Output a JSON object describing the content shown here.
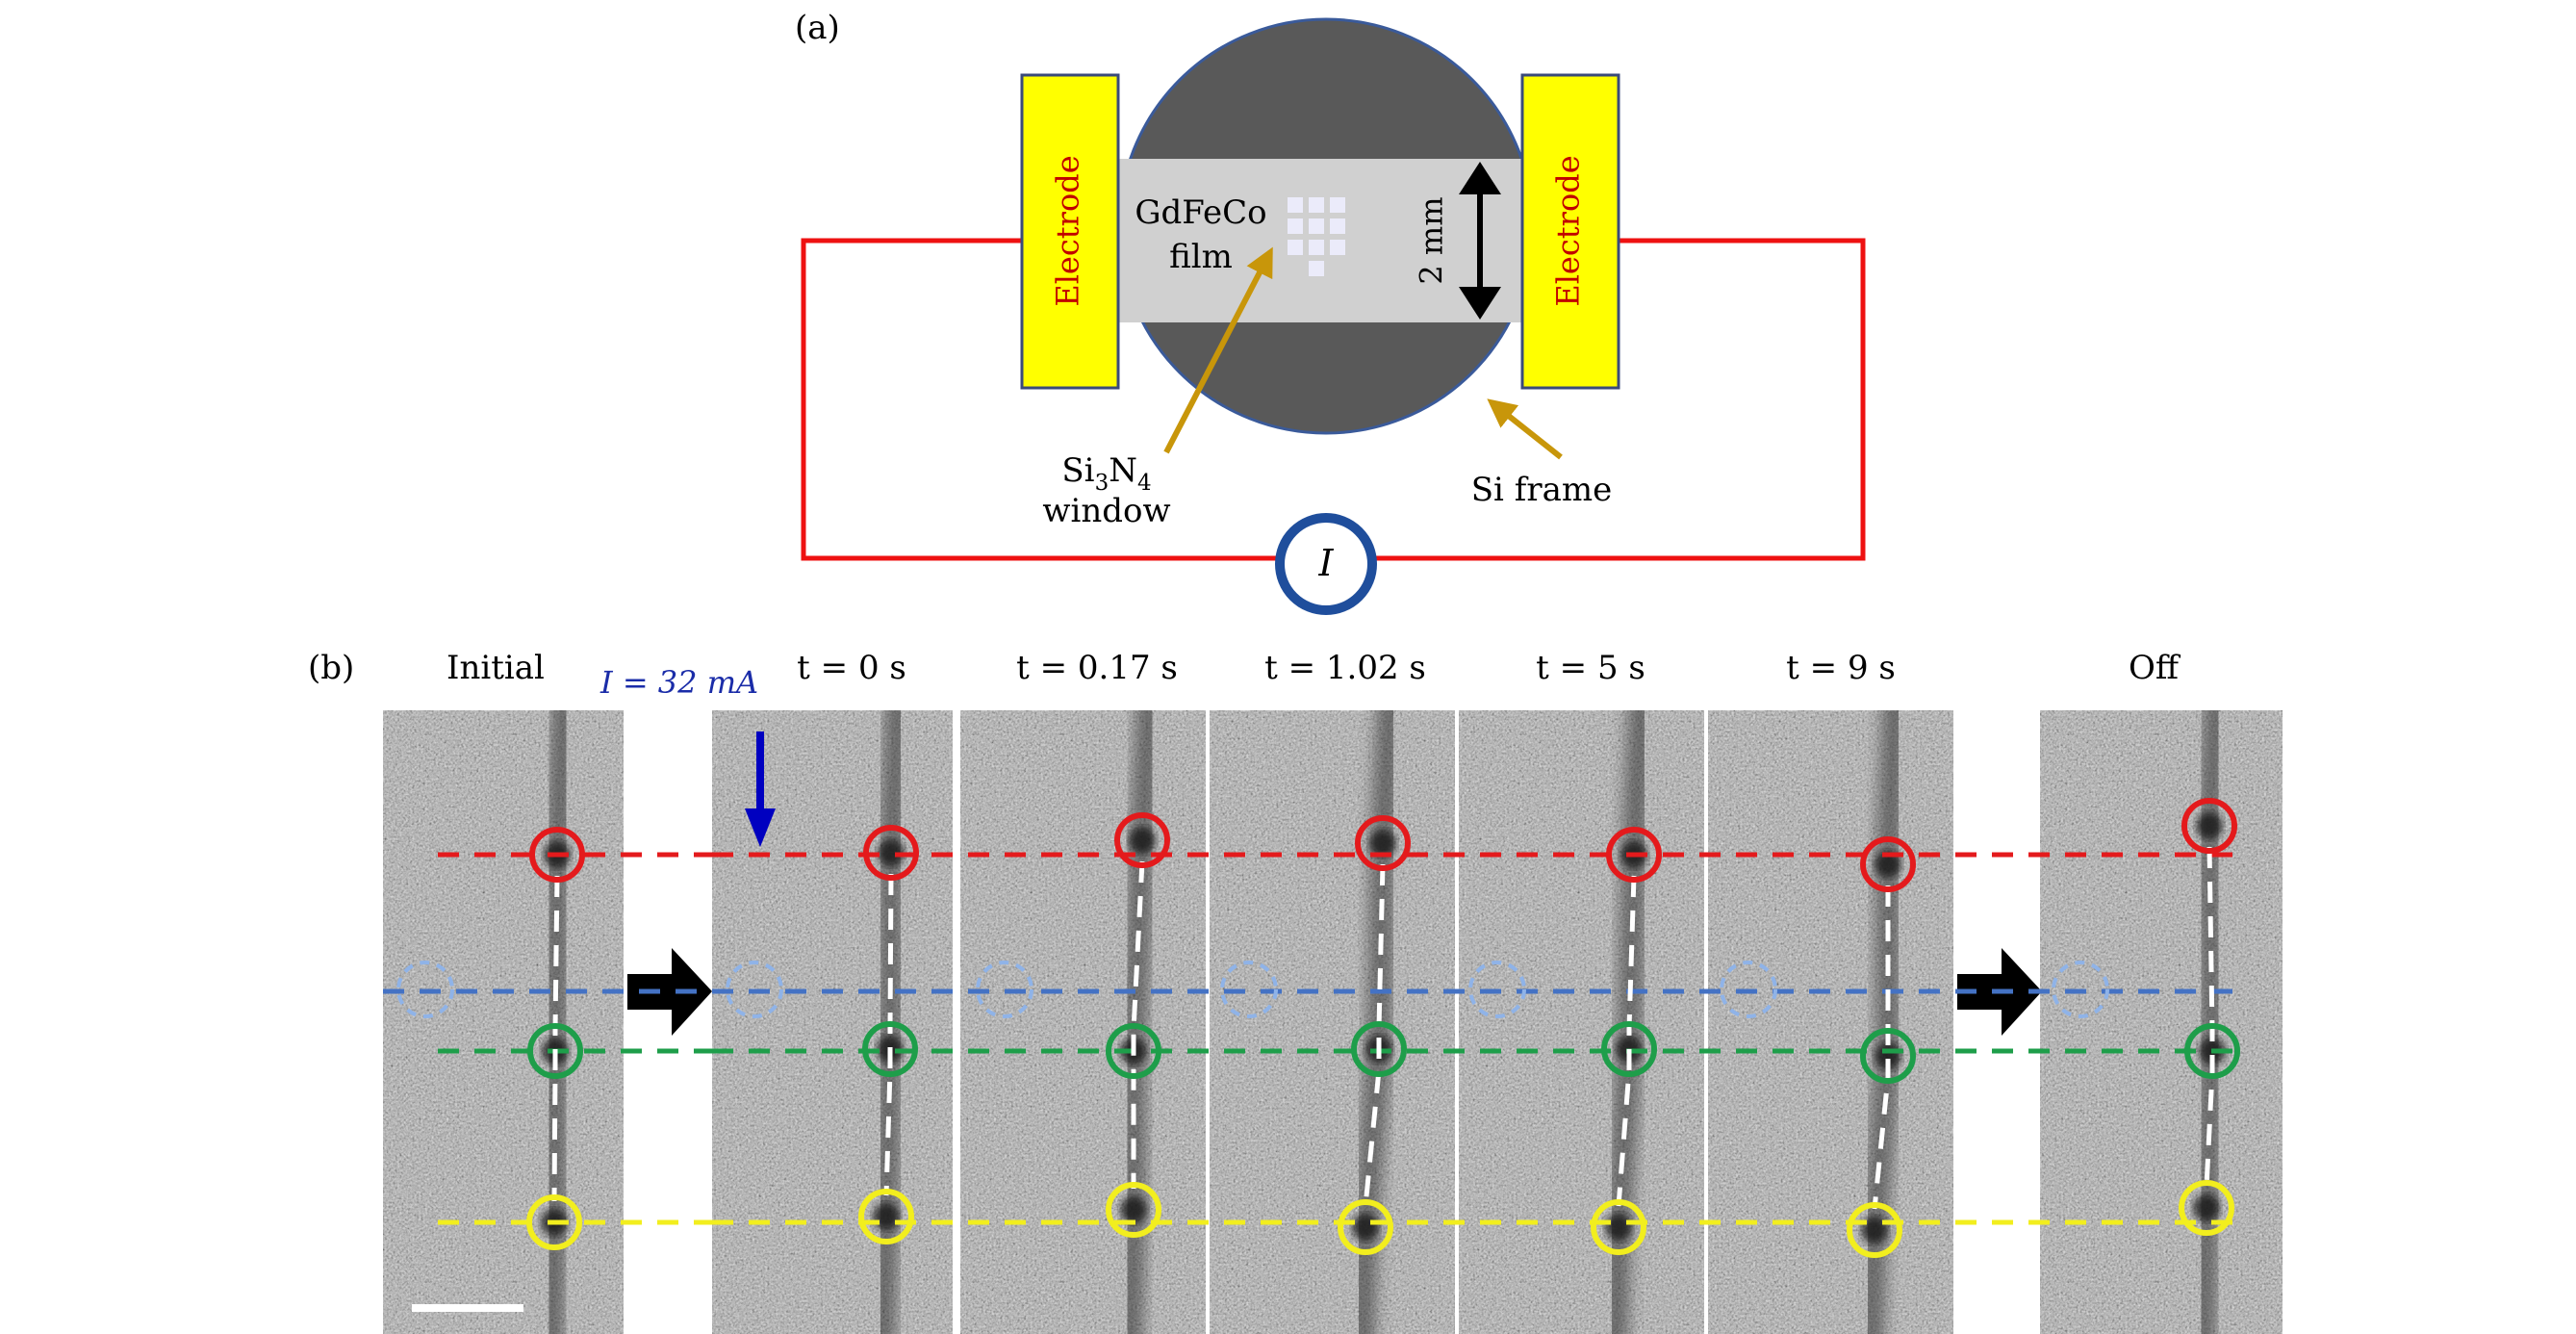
{
  "panel_a": {
    "label": "(a)",
    "electrode_left": "Electrode",
    "electrode_right": "Electrode",
    "film_line1": "GdFeCo",
    "film_line2": "film",
    "width_label": "2 mm",
    "window_line1_base": "Si",
    "window_line1_sub1": "3",
    "window_line1_mid": "N",
    "window_line1_sub2": "4",
    "window_line2": "window",
    "frame_label": "Si frame",
    "current_symbol": "I"
  },
  "panel_b": {
    "label": "(b)",
    "current_label": "I = 32 mA",
    "frames": [
      {
        "title": "Initial"
      },
      {
        "title": "t = 0 s"
      },
      {
        "title": "t = 0.17 s"
      },
      {
        "title": "t = 1.02 s"
      },
      {
        "title": "t = 5 s"
      },
      {
        "title": "t = 9 s"
      },
      {
        "title": "Off"
      }
    ]
  },
  "colors": {
    "red": "#e41a1c",
    "blue": "#4472c4",
    "blue_light": "#8fb3e8",
    "green": "#1e9e4a",
    "yellow": "#f2ee1e",
    "electrode": "#ffff00",
    "electrode_text": "#c00000",
    "arrow_gold": "#c8960a",
    "current_arrow": "#0000c0",
    "circle_dark": "#595959",
    "film_gray": "#d0d0d0",
    "frame_ring": "#1f4e9c"
  }
}
